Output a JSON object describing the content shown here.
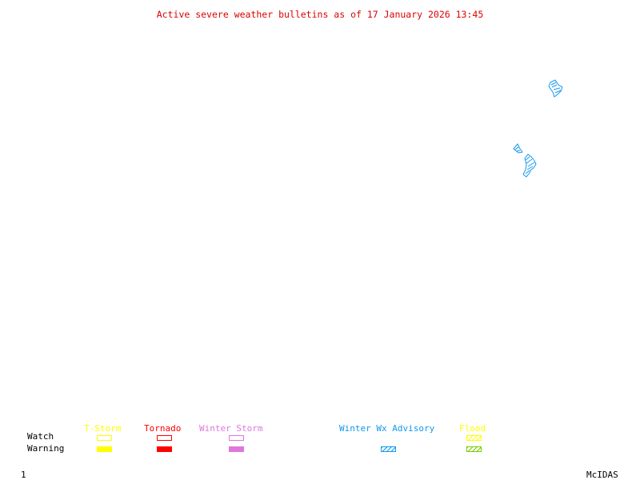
{
  "title": "Active severe weather bulletins as of 17 January 2026 13:45",
  "legend": {
    "row_labels": {
      "watch": "Watch",
      "warning": "Warning"
    },
    "row_label_color": "#dd0000",
    "categories": [
      {
        "key": "tstorm",
        "label": "T-Storm",
        "color": "#ffff00",
        "watch": "outline",
        "warning": "filled",
        "warning_color": "#ffff00"
      },
      {
        "key": "tornado",
        "label": "Tornado",
        "color": "#ff0000",
        "watch": "outline",
        "warning": "filled",
        "warning_color": "#ff0000"
      },
      {
        "key": "winter_storm",
        "label": "Winter Storm",
        "color": "#dd77dd",
        "watch": "outline",
        "warning": "filled",
        "warning_color": "#dd77dd"
      },
      {
        "key": "winter_wx_advisory",
        "label": "Winter Wx Advisory",
        "color": "#1199ee",
        "watch": "none",
        "warning": "hatched",
        "warning_color": "#1199ee"
      },
      {
        "key": "flood",
        "label": "Flood",
        "color": "#ffff00",
        "watch": "hatched",
        "warning": "hatched",
        "warning_color": "#77cc00"
      }
    ]
  },
  "map": {
    "active_areas": [
      {
        "type": "Winter Wx Advisory",
        "color": "#1199ee",
        "region": "northeast"
      },
      {
        "type": "Winter Wx Advisory",
        "color": "#1199ee",
        "region": "mid-atlantic"
      }
    ]
  },
  "footer": {
    "frame_number": "1",
    "software": "McIDAS"
  }
}
